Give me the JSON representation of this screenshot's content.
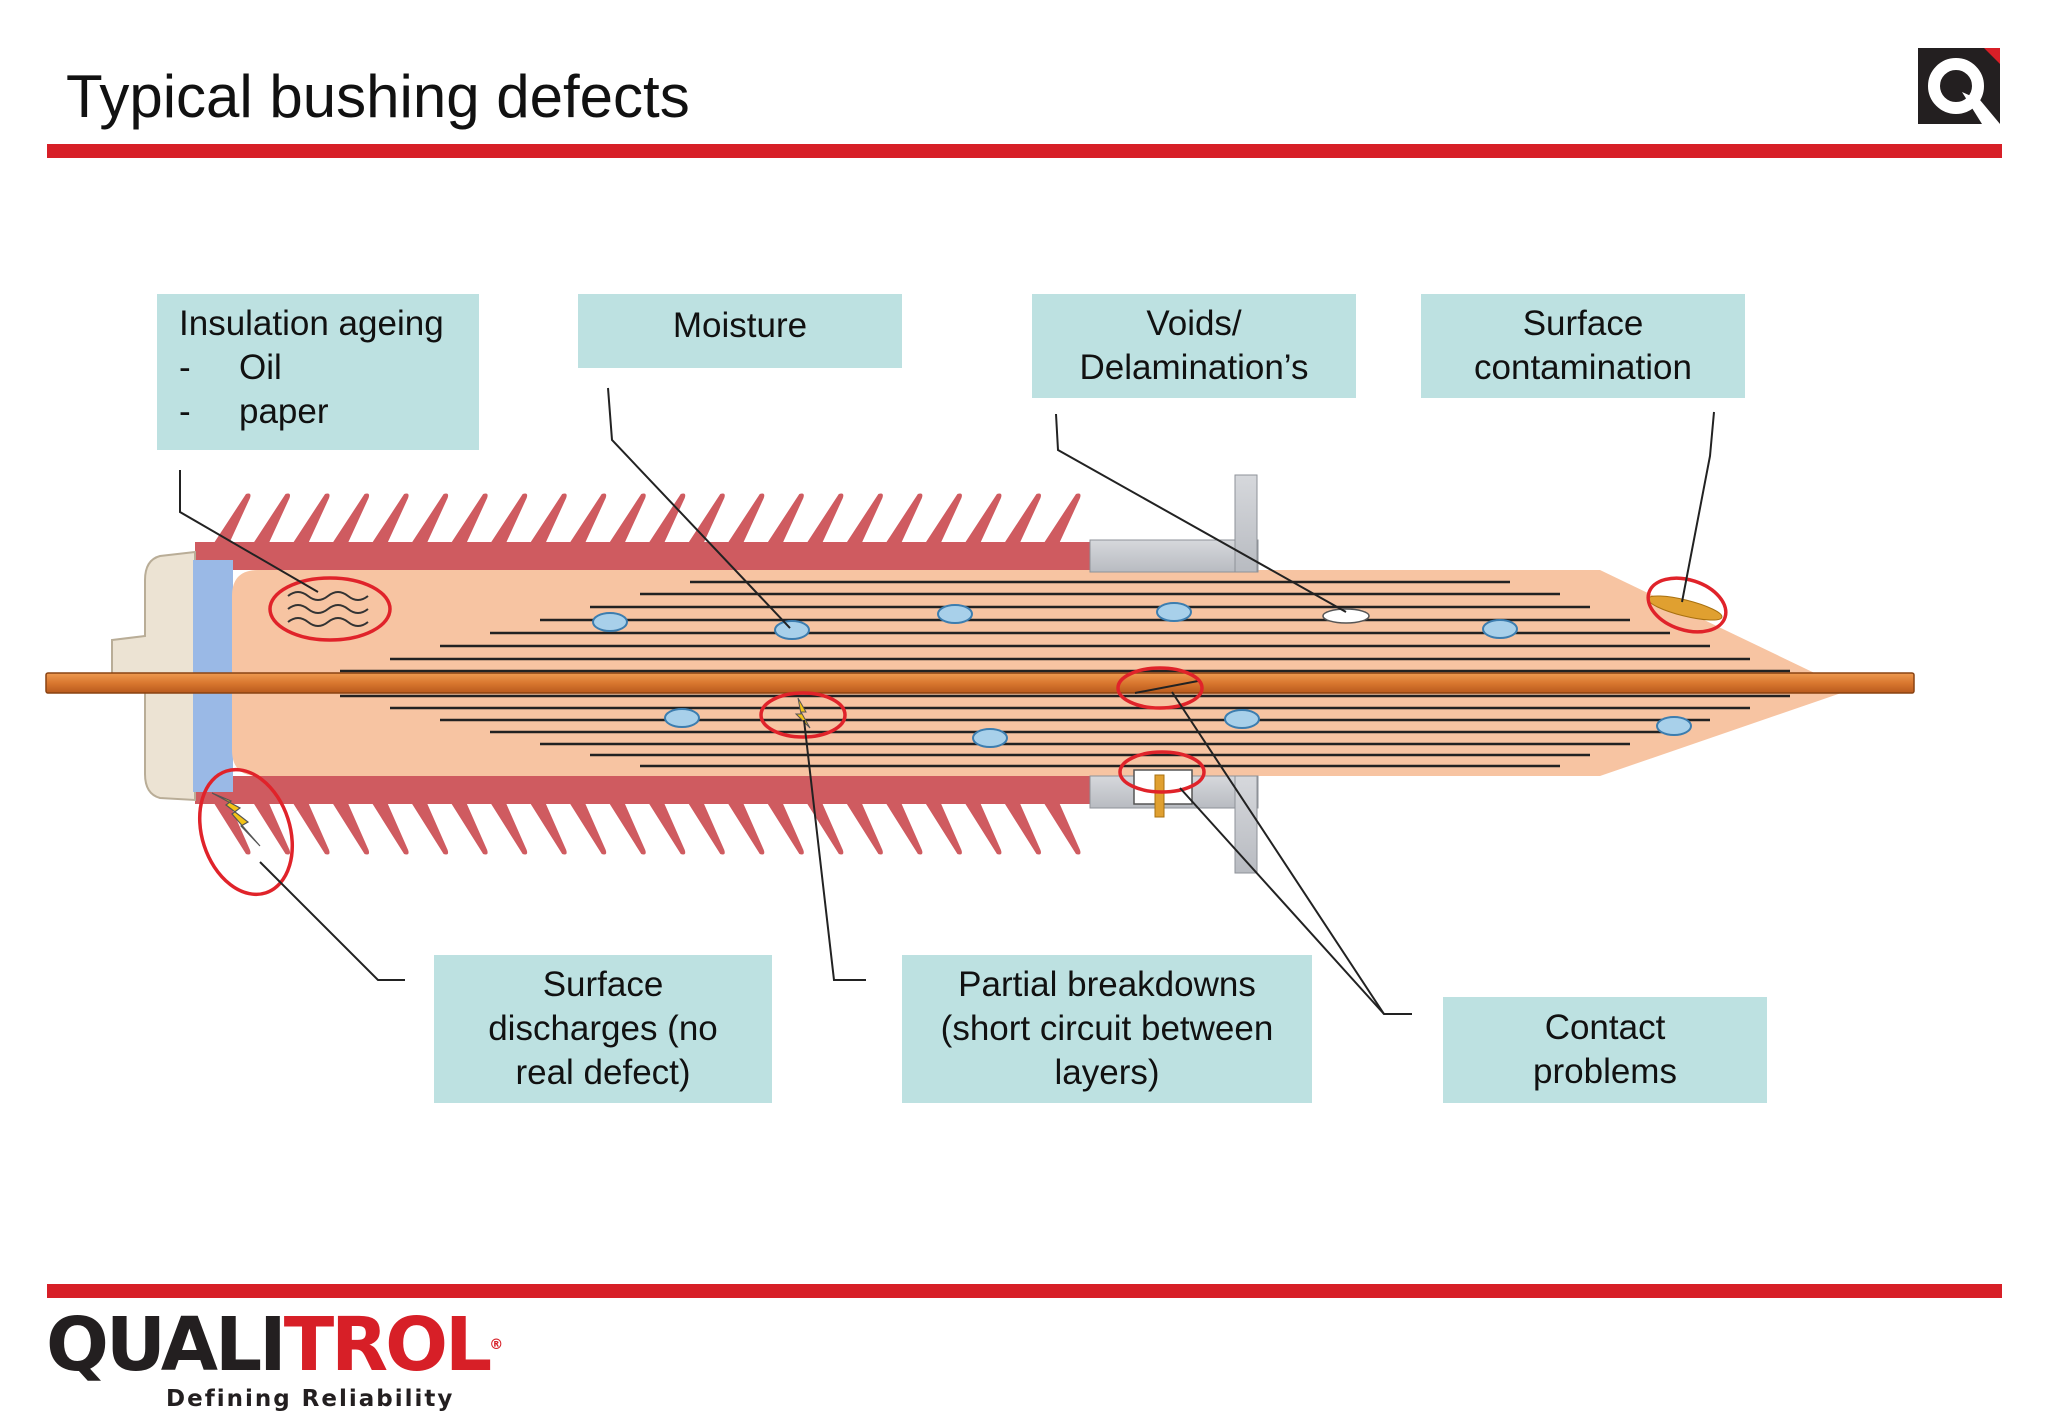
{
  "slide": {
    "title": "Typical bushing defects"
  },
  "labels": {
    "insulation_ageing": {
      "title": "Insulation ageing",
      "items": [
        {
          "bullet": "-",
          "text": "Oil"
        },
        {
          "bullet": "-",
          "text": "paper"
        }
      ]
    },
    "moisture": {
      "lines": [
        "Moisture"
      ]
    },
    "voids": {
      "lines": [
        "Voids/",
        "Delamination’s"
      ]
    },
    "surface_contamination": {
      "lines": [
        "Surface",
        "contamination"
      ]
    },
    "surface_discharges": {
      "lines": [
        "Surface",
        "discharges (no",
        "real defect)"
      ]
    },
    "partial_breakdowns": {
      "lines": [
        "Partial breakdowns",
        "(short circuit between",
        "layers)"
      ]
    },
    "contact_problems": {
      "lines": [
        "Contact",
        "problems"
      ]
    }
  },
  "brand": {
    "name_prefix": "QUALI",
    "name_suffix": "TROL",
    "registered": "®",
    "tagline": "Defining Reliability"
  },
  "colors": {
    "accent_red": "#d71f27",
    "label_fill": "#bde1e1",
    "shed_red": "#cf5b60",
    "body_fill": "#f7c4a2",
    "conductor": "#d9772f",
    "moisture_blue": "#a8d0ea",
    "contamination": "#e0a030"
  }
}
